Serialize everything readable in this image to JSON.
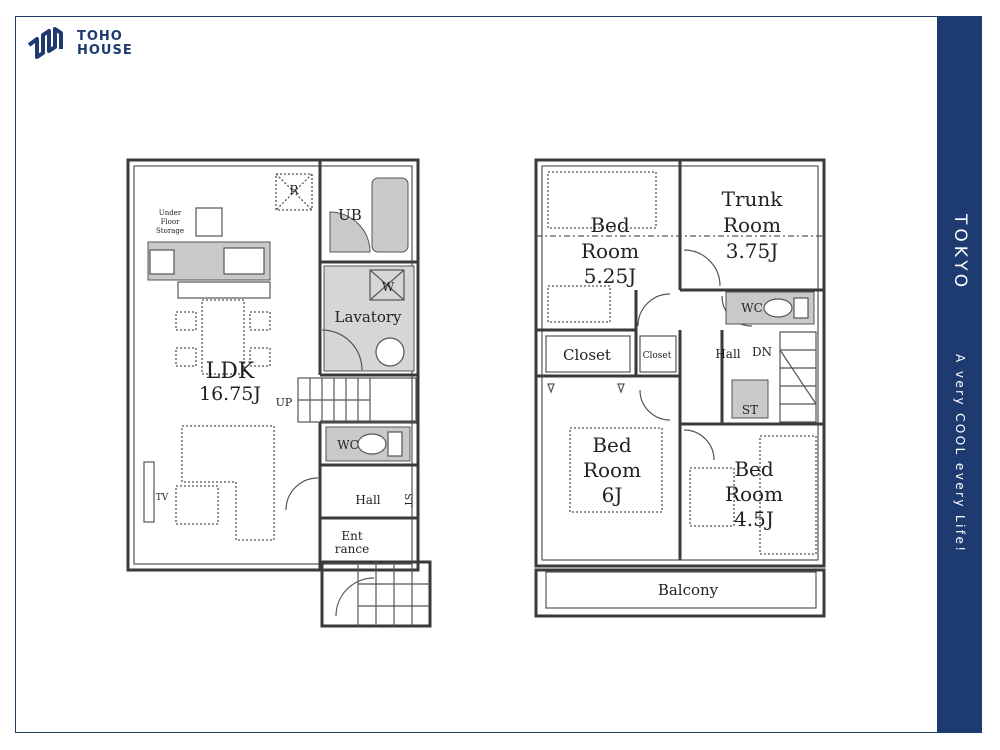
{
  "brand": {
    "line1": "TOHO",
    "line2": "HOUSE"
  },
  "sidebar": {
    "city": "TOKYO",
    "tagline": "A very COOL every Life!"
  },
  "colors": {
    "navy": "#1d3b70",
    "wall": "#3a3a3a",
    "fixture": "#c9c9c9"
  },
  "floor1": {
    "ldk": "LDK",
    "ldk_size": "16.75J",
    "up": "UP",
    "under_floor_1": "Under",
    "under_floor_2": "Floor",
    "under_floor_3": "Storage",
    "r": "R",
    "ub": "UB",
    "w": "W",
    "lavatory": "Lavatory",
    "wc": "WC",
    "hall": "Hall",
    "st": "ST",
    "ent_1": "Ent",
    "ent_2": "rance",
    "tv": "TV"
  },
  "floor2": {
    "bed1_a": "Bed",
    "bed1_b": "Room",
    "bed1_c": "5.25J",
    "trunk_a": "Trunk",
    "trunk_b": "Room",
    "trunk_c": "3.75J",
    "wc": "WC",
    "closet_big": "Closet",
    "closet_small": "Closet",
    "hall": "Hall",
    "dn": "DN",
    "st": "ST",
    "bed2_a": "Bed",
    "bed2_b": "Room",
    "bed2_c": "6J",
    "bed3_a": "Bed",
    "bed3_b": "Room",
    "bed3_c": "4.5J",
    "balcony": "Balcony"
  }
}
